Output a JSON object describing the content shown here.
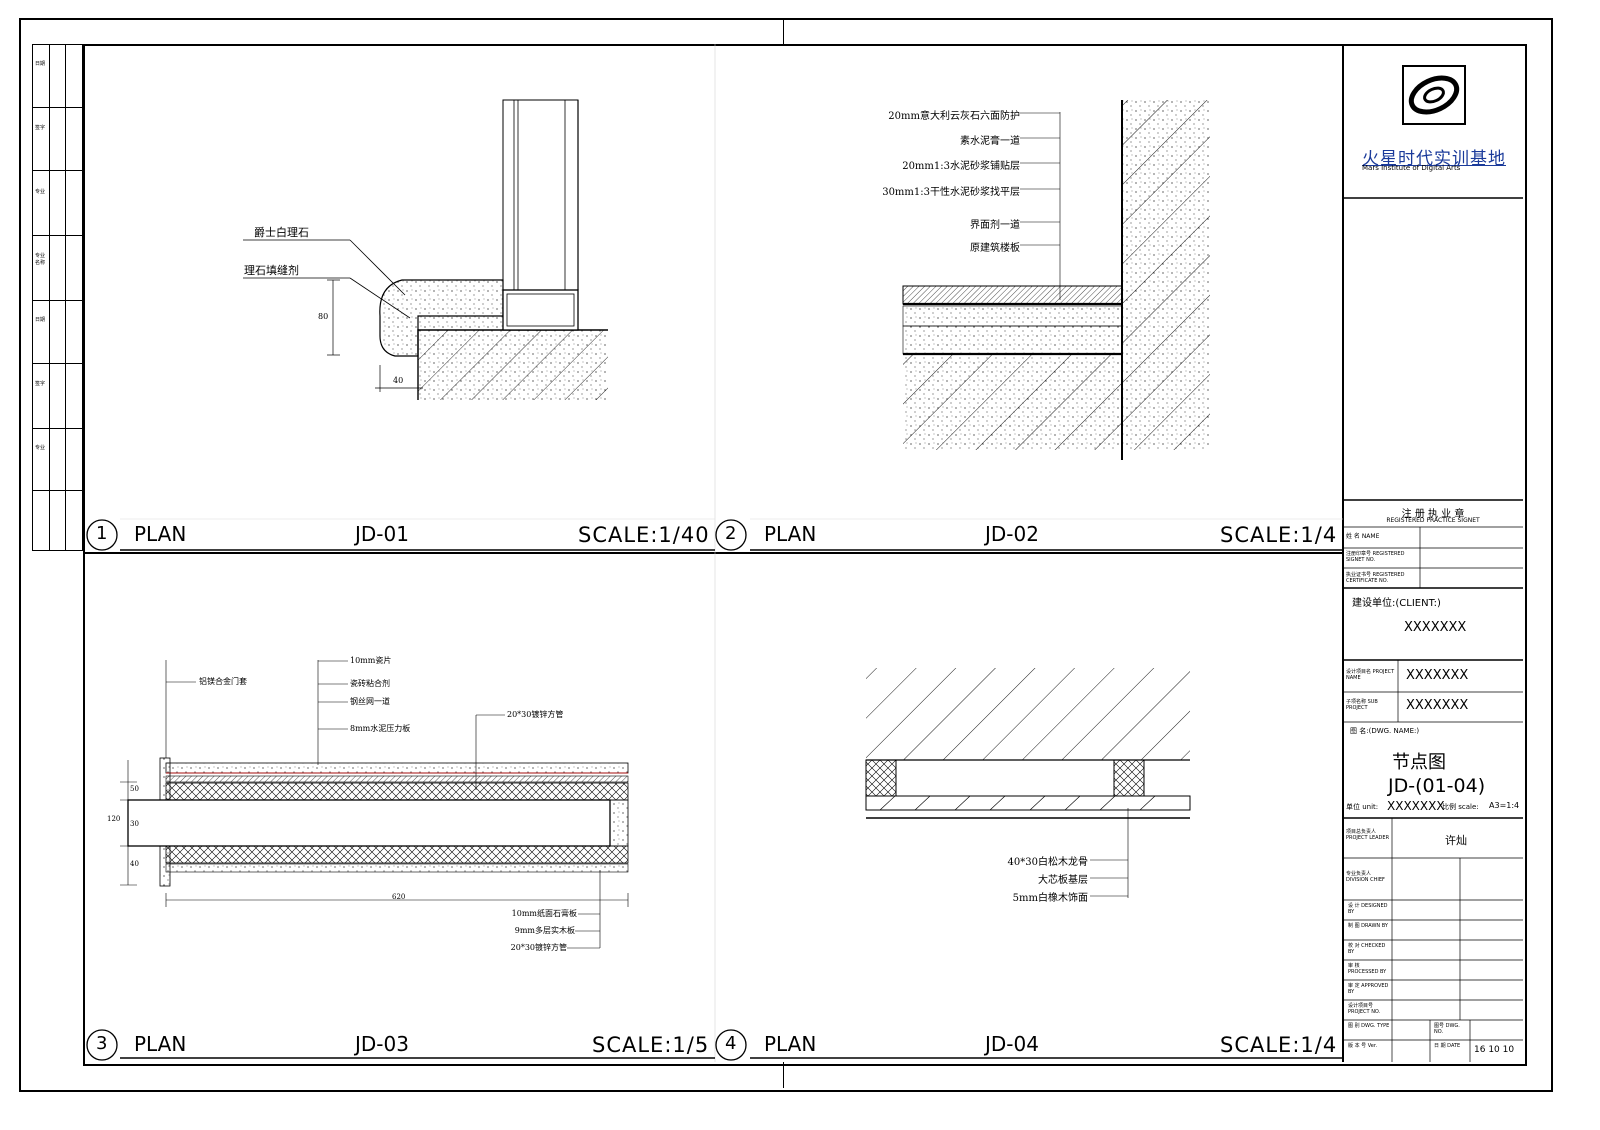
{
  "panels": [
    {
      "num": "1",
      "type": "PLAN",
      "code": "JD-01",
      "scale": "SCALE:1/40",
      "notes": [
        "爵士白理石",
        "理石填缝剂"
      ],
      "dims": [
        "80",
        "40"
      ]
    },
    {
      "num": "2",
      "type": "PLAN",
      "code": "JD-02",
      "scale": "SCALE:1/4",
      "notes": [
        "20mm意大利云灰石六面防护",
        "素水泥膏一道",
        "20mm1:3水泥砂浆铺贴层",
        "30mm1:3干性水泥砂浆找平层",
        "界面剂一道",
        "原建筑楼板"
      ]
    },
    {
      "num": "3",
      "type": "PLAN",
      "code": "JD-03",
      "scale": "SCALE:1/5",
      "notes": [
        "铝镁合金门套",
        "10mm瓷片",
        "瓷砖粘合剂",
        "钢丝网一道",
        "8mm水泥压力板",
        "20*30镀锌方管",
        "10mm纸面石膏板",
        "9mm多层实木板",
        "20*30镀锌方管"
      ],
      "dims": [
        "50",
        "30",
        "40",
        "120",
        "620"
      ]
    },
    {
      "num": "4",
      "type": "PLAN",
      "code": "JD-04",
      "scale": "SCALE:1/4",
      "notes": [
        "40*30白松木龙骨",
        "大芯板基层",
        "5mm白橡木饰面"
      ]
    }
  ],
  "titleblock": {
    "company_cn": "火星时代实训基地",
    "company_en": "Mars Institute of Digital Arts",
    "seal_title": "注 册 执 业 章",
    "seal_title_en": "REGISTERED PRACTICE SIGNET",
    "seal_rows": [
      "姓 名 NAME",
      "注册印章号 REGISTERED SIGNET NO.",
      "执业证书号 REGISTERED CERTIFICATE NO."
    ],
    "client_label": "建设单位:(CLIENT:)",
    "client_value": "XXXXXXX",
    "project_label": "设计项目名 PROJECT NAME",
    "project_value": "XXXXXXX",
    "sub_label": "子项名称 SUB PROJECT",
    "sub_value": "XXXXXXX",
    "dwg_name_label": "图 名:(DWG. NAME:)",
    "dwg_title": "节点图",
    "dwg_code": "JD-(01-04)",
    "unit_label": "单位 unit:",
    "unit_value": "XXXXXXX",
    "scale_label": "比例 scale:",
    "scale_value": "A3=1:4",
    "leader_label": "项目总负责人 PROJECT LEADER",
    "leader_value": "许灿",
    "division_label": "专业负责人 DIVISION CHIEF",
    "rows": [
      "设 计 DESIGNED BY",
      "制 图 DRAWN BY",
      "校 对 CHECKED BY",
      "审 核 PROCESSED BY",
      "审 定 APPROVED BY",
      "设计项目号 PROJECT NO.",
      "图 别 DWG. TYPE",
      "版 本 号 Ver."
    ],
    "dwgno_label": "图号 DWG. NO.",
    "date_label": "日 期 DATE",
    "date_value": "16 10 10"
  },
  "left_strip": {
    "labels": [
      "日期",
      "签字",
      "专业",
      "专业名称",
      "日期",
      "签字",
      "专业"
    ]
  }
}
